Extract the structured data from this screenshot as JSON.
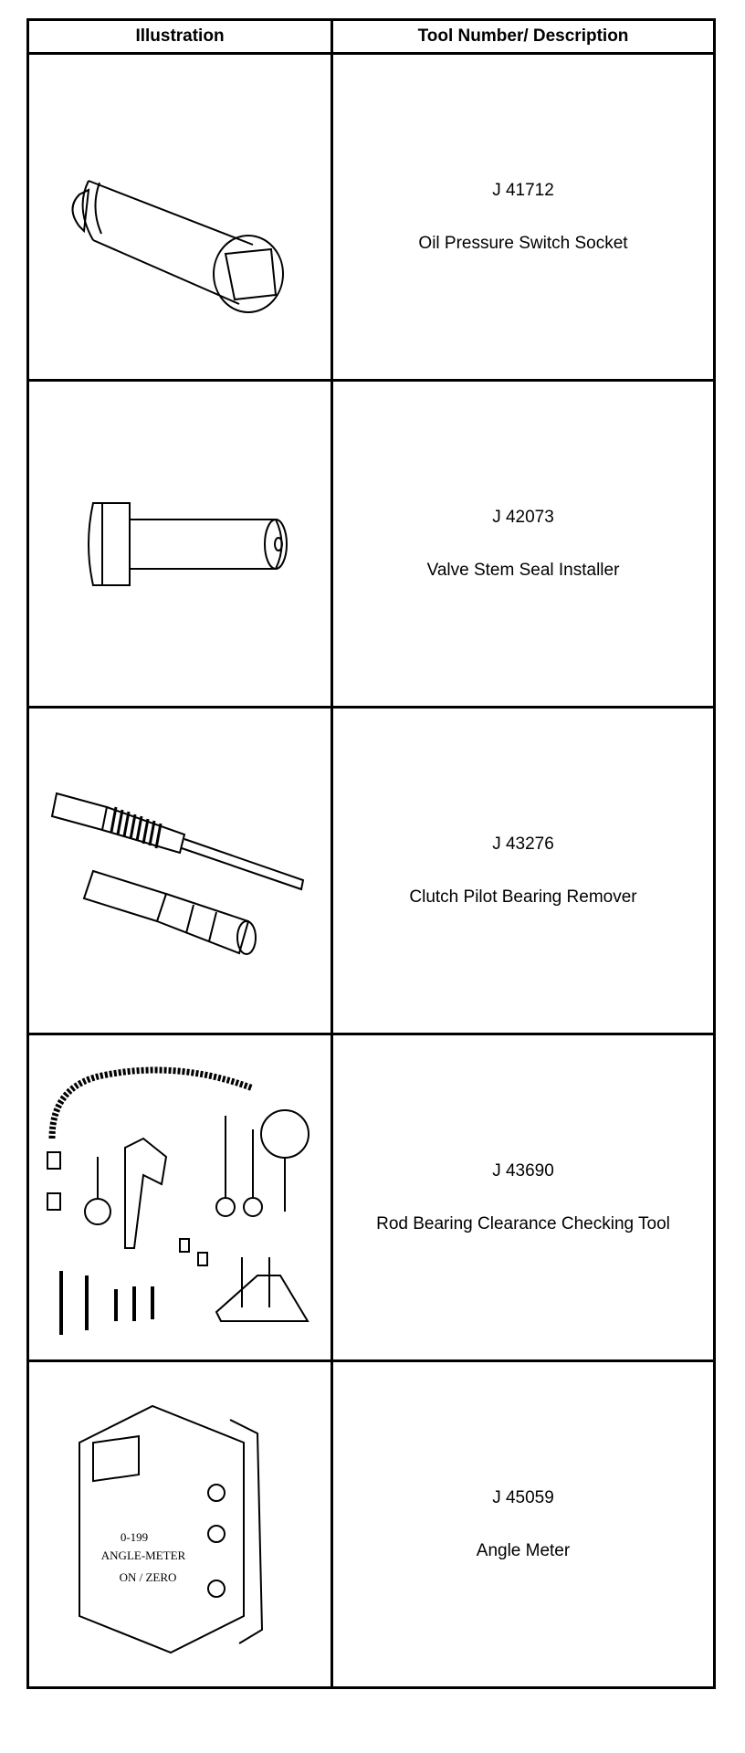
{
  "headers": {
    "illustration": "Illustration",
    "tool": "Tool Number/ Description"
  },
  "tools": [
    {
      "number": "J 41712",
      "description": "Oil Pressure Switch Socket",
      "icon": "socket-icon"
    },
    {
      "number": "J 42073",
      "description": "Valve Stem Seal Installer",
      "icon": "valve-installer-icon"
    },
    {
      "number": "J 43276",
      "description": "Clutch Pilot Bearing Remover",
      "icon": "bearing-remover-icon"
    },
    {
      "number": "J 43690",
      "description": "Rod Bearing Clearance Checking Tool",
      "icon": "dial-indicator-kit-icon"
    },
    {
      "number": "J 45059",
      "description": "Angle Meter",
      "icon": "angle-meter-icon",
      "device_labels": [
        "0-199",
        "ANGLE-METER",
        "ON / ZERO"
      ]
    }
  ]
}
